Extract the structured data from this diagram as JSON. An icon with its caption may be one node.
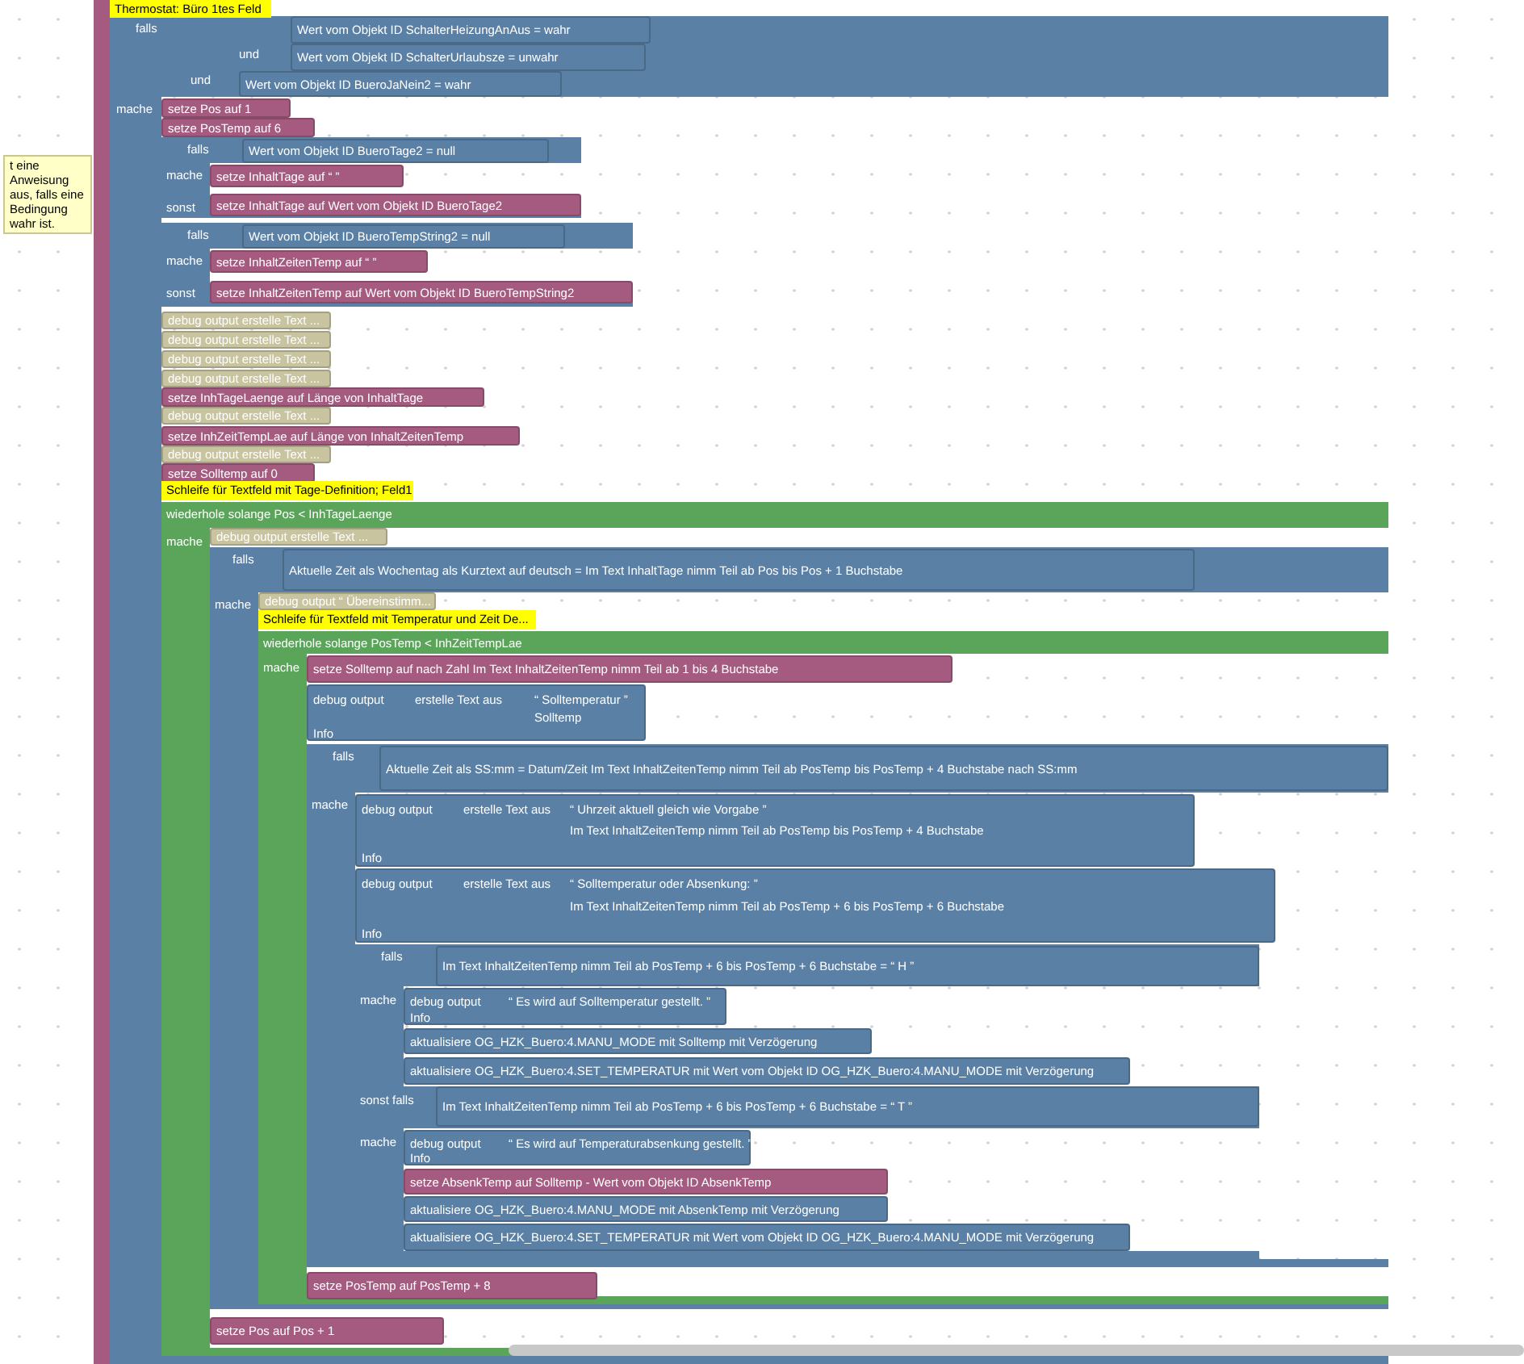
{
  "diagram": {
    "nodes": [
      {
        "text": [
          "falls",
          "und",
          "und",
          "mache"
        ]
      },
      {
        "text": [
          "Wert vom Objekt ID SchalterHeizungAnAus = wahr"
        ],
        "in": 0
      },
      {
        "text": [
          "Wert vom Objekt ID SchalterUrlaubsze = unwahr"
        ],
        "in": 0
      },
      {
        "text": [
          "Wert vom Objekt ID BueroJaNein2 = wahr"
        ],
        "in": 0
      },
      {
        "text": [
          "setze Pos auf 1"
        ],
        "in": 0
      },
      {
        "text": [
          "setze PosTemp auf 6"
        ],
        "in": 0
      },
      {
        "text": [
          "falls",
          "mache",
          "sonst"
        ],
        "in": 0
      },
      {
        "text": [
          "Wert vom Objekt ID BueroTage2 = null"
        ],
        "in": 6
      },
      {
        "text": [
          "setze InhaltTage auf “ ”"
        ],
        "in": 6
      },
      {
        "text": [
          "setze InhaltTage auf Wert vom Objekt ID BueroTage2"
        ],
        "in": 6
      },
      {
        "text": [
          "falls",
          "mache",
          "sonst"
        ],
        "in": 0
      },
      {
        "text": [
          "Wert vom Objekt ID BueroTempString2 = null"
        ],
        "in": 10
      },
      {
        "text": [
          "setze InhaltZeitenTemp auf “ ”"
        ],
        "in": 10
      },
      {
        "text": [
          "setze InhaltZeitenTemp auf Wert vom Objekt ID BueroTempString2"
        ],
        "in": 10
      },
      {
        "text": [
          "debug output erstelle Text ..."
        ],
        "in": 0
      },
      {
        "text": [
          "debug output erstelle Text ..."
        ],
        "in": 0
      },
      {
        "text": [
          "debug output erstelle Text ..."
        ],
        "in": 0
      },
      {
        "text": [
          "debug output erstelle Text ..."
        ],
        "in": 0
      },
      {
        "text": [
          "setze InhTageLaenge auf Länge von InhaltTage"
        ],
        "in": 0
      },
      {
        "text": [
          "debug output erstelle Text ..."
        ],
        "in": 0
      },
      {
        "text": [
          "setze InhZeitTempLae auf Länge von InhaltZeitenTemp"
        ],
        "in": 0
      },
      {
        "text": [
          "debug output erstelle Text ..."
        ],
        "in": 0
      },
      {
        "text": [
          "setze Solltemp auf 0"
        ],
        "in": 0
      },
      {
        "text": [
          "wiederhole solange Pos < InhTageLaenge",
          "mache"
        ],
        "in": 0
      },
      {
        "text": [
          "debug output erstelle Text ..."
        ],
        "in": 23
      },
      {
        "text": [
          "falls",
          "mache"
        ],
        "in": 23
      },
      {
        "text": [
          "Aktuelle Zeit als Wochentag als Kurztext auf deutsch = Im Text InhaltTage nimm Teil ab Pos bis Pos + 1 Buchstabe"
        ],
        "in": 25
      },
      {
        "text": [
          "debug output “ Übereinstimm..."
        ],
        "in": 25
      },
      {
        "text": [
          "wiederhole solange PosTemp < InhZeitTempLae",
          "mache"
        ],
        "in": 25
      },
      {
        "text": [
          "setze Solltemp auf nach Zahl Im Text InhaltZeitenTemp nimm Teil ab 1 bis 4 Buchstabe"
        ],
        "in": 28
      },
      {
        "text": [
          "debug output",
          "erstelle Text aus",
          "“ Solltemperatur ”",
          "Solltemp",
          "Info"
        ],
        "in": 28
      },
      {
        "text": [
          "falls",
          "mache"
        ],
        "in": 28
      },
      {
        "text": [
          "Aktuelle Zeit als SS:mm = Datum/Zeit Im Text InhaltZeitenTemp nimm Teil ab PosTemp bis PosTemp + 4 Buchstabe nach SS:mm"
        ],
        "in": 31
      },
      {
        "text": [
          "debug output",
          "erstelle Text aus",
          "“ Uhrzeit aktuell gleich wie Vorgabe ”",
          "Im Text InhaltZeitenTemp nimm Teil ab PosTemp bis PosTemp + 4 Buchstabe",
          "Info"
        ],
        "in": 31
      },
      {
        "text": [
          "debug output",
          "erstelle Text aus",
          "“ Solltemperatur oder Absenkung: ”",
          "Im Text InhaltZeitenTemp nimm Teil ab PosTemp + 6 bis PosTemp + 6 Buchstabe",
          "Info"
        ],
        "in": 31
      },
      {
        "text": [
          "falls",
          "mache",
          "sonst falls",
          "mache"
        ],
        "in": 31
      },
      {
        "text": [
          "Im Text InhaltZeitenTemp nimm Teil ab PosTemp + 6 bis PosTemp + 6 Buchstabe = “ H ”"
        ],
        "in": 35
      },
      {
        "text": [
          "debug output",
          "“ Es wird auf Solltemperatur gestellt. ”",
          "Info"
        ],
        "in": 35
      },
      {
        "text": [
          "aktualisiere OG_HZK_Buero:4.MANU_MODE mit Solltemp mit Verzögerung"
        ],
        "in": 35
      },
      {
        "text": [
          "aktualisiere OG_HZK_Buero:4.SET_TEMPERATUR mit Wert vom Objekt ID OG_HZK_Buero:4.MANU_MODE mit Verzögerung"
        ],
        "in": 35
      },
      {
        "text": [
          "Im Text InhaltZeitenTemp nimm Teil ab PosTemp + 6 bis PosTemp + 6 Buchstabe = “ T ”"
        ],
        "in": 35
      },
      {
        "text": [
          "debug output",
          "“ Es wird auf Temperaturabsenkung gestellt. ”",
          "Info"
        ],
        "in": 35
      },
      {
        "text": [
          "setze AbsenkTemp auf Solltemp - Wert vom Objekt ID AbsenkTemp"
        ],
        "in": 35
      },
      {
        "text": [
          "aktualisiere OG_HZK_Buero:4.MANU_MODE mit AbsenkTemp mit Verzögerung"
        ],
        "in": 35
      },
      {
        "text": [
          "aktualisiere OG_HZK_Buero:4.SET_TEMPERATUR mit Wert vom Objekt ID OG_HZK_Buero:4.MANU_MODE mit Verzögerung"
        ],
        "in": 35
      },
      {
        "text": [
          "setze PosTemp auf PosTemp + 8"
        ],
        "in": 28
      },
      {
        "text": [
          "setze Pos auf Pos + 1"
        ],
        "in": 23
      }
    ],
    "labels": [
      "Thermostat: Büro 1tes Feld",
      "t eine Anweisung aus, falls eine Bedingung wahr ist.",
      "Schleife für Textfeld mit Tage-Definition; Feld1",
      "Schleife für Textfeld mit Temperatur und Zeit De..."
    ]
  }
}
